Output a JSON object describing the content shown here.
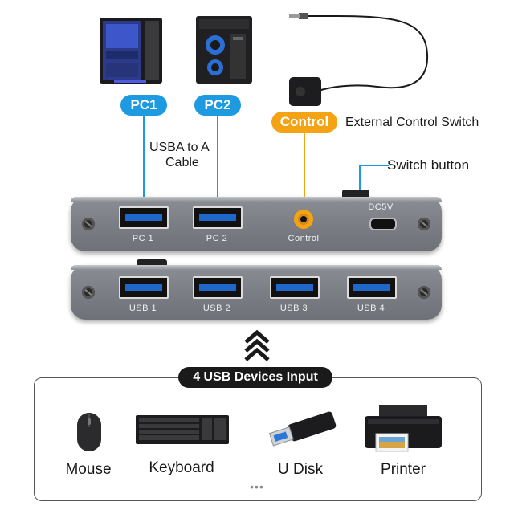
{
  "labels": {
    "pc1": "PC1",
    "pc2": "PC2",
    "control": "Control",
    "external_control": "External Control Switch",
    "cable_line1": "USBA to A",
    "cable_line2": "Cable",
    "switch_button": "Switch button"
  },
  "top_unit": {
    "port1": "PC 1",
    "port2": "PC 2",
    "control_port": "Control",
    "power": "DC5V"
  },
  "bottom_unit": {
    "ports": [
      "USB 1",
      "USB 2",
      "USB 3",
      "USB 4"
    ]
  },
  "devices_section": {
    "title": "4 USB Devices Input",
    "items": [
      "Mouse",
      "Keyboard",
      "U Disk",
      "Printer"
    ],
    "more": "•••"
  },
  "colors": {
    "blue": "#1e9be0",
    "orange": "#f3a314"
  }
}
